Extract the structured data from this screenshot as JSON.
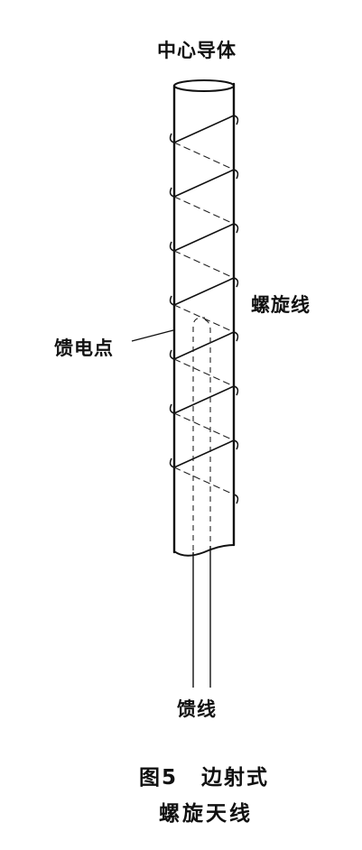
{
  "labels": {
    "center_conductor": "中心导体",
    "helix": "螺旋线",
    "feed_point": "馈电点",
    "feed_line": "馈线"
  },
  "caption": {
    "figure_number": "图5",
    "line1_rest": "边射式",
    "line2": "螺旋天线"
  },
  "colors": {
    "ink": "#111111",
    "background": "#ffffff"
  }
}
